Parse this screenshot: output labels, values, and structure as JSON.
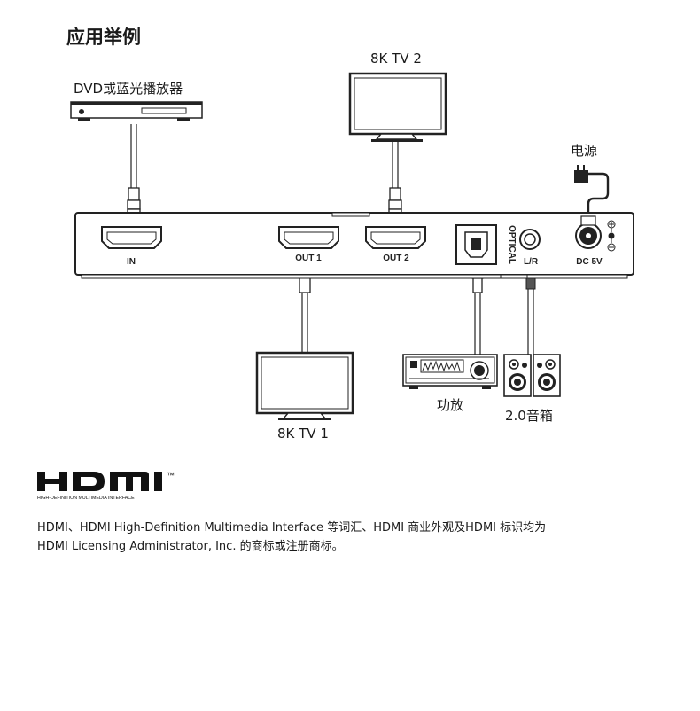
{
  "title": "应用举例",
  "labels": {
    "dvd": "DVD或蓝光播放器",
    "tv2": "8K TV 2",
    "tv1": "8K TV 1",
    "power": "电源",
    "amplifier": "功放",
    "speaker": "2.0音箱"
  },
  "ports": {
    "in": "IN",
    "out1": "OUT 1",
    "out2": "OUT 2",
    "optical": "OPTICAL",
    "lr": "L/R",
    "dc": "DC 5V"
  },
  "logo": {
    "wordmark": "HDMI",
    "tagline": "HIGH-DEFINITION MULTIMEDIA INTERFACE",
    "tm": "™"
  },
  "notice": {
    "line1": "HDMI、HDMI High-Definition Multimedia Interface 等词汇、HDMI 商业外观及HDMI 标识均为",
    "line2": "HDMI Licensing Administrator, Inc. 的商标或注册商标。"
  }
}
